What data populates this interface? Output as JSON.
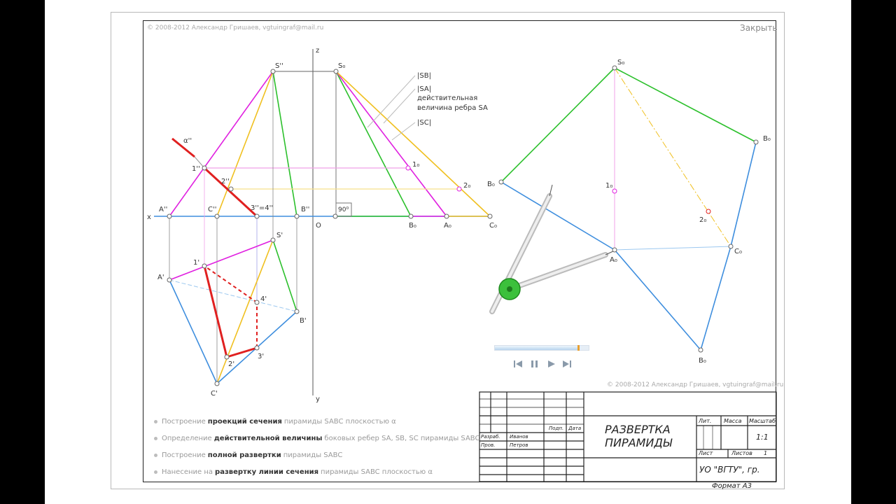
{
  "header": {
    "copyright_top": "© 2008-2012   Александр Гришаев, vgtuingraf@mail.ru",
    "close_label": "Закрыть",
    "copyright_bottom": "© 2008-2012   Александр Гришаев, vgtuingraf@mail.ru"
  },
  "labels": {
    "z": "z",
    "x": "x",
    "y": "y",
    "O": "O",
    "S2": "S''",
    "S0_top": "S₀",
    "alpha2": "α''",
    "p1_2": "1''",
    "p2_2": "2''",
    "p34_2": "3''=4''",
    "A2": "A''",
    "C2": "C''",
    "B2": "B''",
    "right_angle": "90⁰",
    "B0_axis": "B₀",
    "A0_axis": "A₀",
    "C0_axis": "C₀",
    "p1_0": "1₀",
    "p2_0": "2₀",
    "S1": "S'",
    "p1_1": "1'",
    "A1": "A'",
    "p4_1": "4'",
    "B1": "B'",
    "p2_1": "2'",
    "p3_1": "3'",
    "C1": "C'",
    "SB": "|SB|",
    "SA": "|SA|",
    "SA_note1": "действительная",
    "SA_note2": "величина ребра SA",
    "SC": "|SC|",
    "dev_S0": "S₀",
    "dev_B0_right": "B₀",
    "dev_B0_left": "B₀",
    "dev_1_0": "1₀",
    "dev_2_0": "2₀",
    "dev_A0": "A₀",
    "dev_C0": "C₀",
    "dev_B0_bottom": "B₀"
  },
  "steps": [
    {
      "pre": "Построение",
      "bold": "проекций сечения",
      "post": "пирамиды SABC плоскостью α"
    },
    {
      "pre": "Определение",
      "bold": "действительной величины",
      "post": "боковых ребер SA, SB, SC пирамиды SABC"
    },
    {
      "pre": "Построение",
      "bold": "полной развертки",
      "post": "пирамиды SABC"
    },
    {
      "pre": "Нанесение на",
      "bold": "развертку линии сечения",
      "post": "пирамиды SABC плоскостью α"
    }
  ],
  "title_block": {
    "title_line1": "РАЗВЕРТКА",
    "title_line2": "ПИРАМИДЫ",
    "lit": "Лит.",
    "massa": "Масса",
    "masshtab": "Масштаб",
    "scale": "1:1",
    "list": "Лист",
    "listov": "Листов",
    "listov_count": "1",
    "org": "УО \"ВГТУ\", гр.",
    "razrab": "Разраб.",
    "razrab_name": "Иванов",
    "prov": "Пров.",
    "prov_name": "Петров",
    "podp": "Подп.",
    "data": "Дата",
    "format": "Формат  А3"
  },
  "player": {
    "progress": 0.88
  },
  "colors": {
    "magenta": "#e020e0",
    "green": "#2cc02c",
    "yellow": "#f0c020",
    "blue": "#3e8ede",
    "red": "#e02020",
    "pink": "#f0a0e8",
    "lightblue": "#9cc8f0"
  }
}
